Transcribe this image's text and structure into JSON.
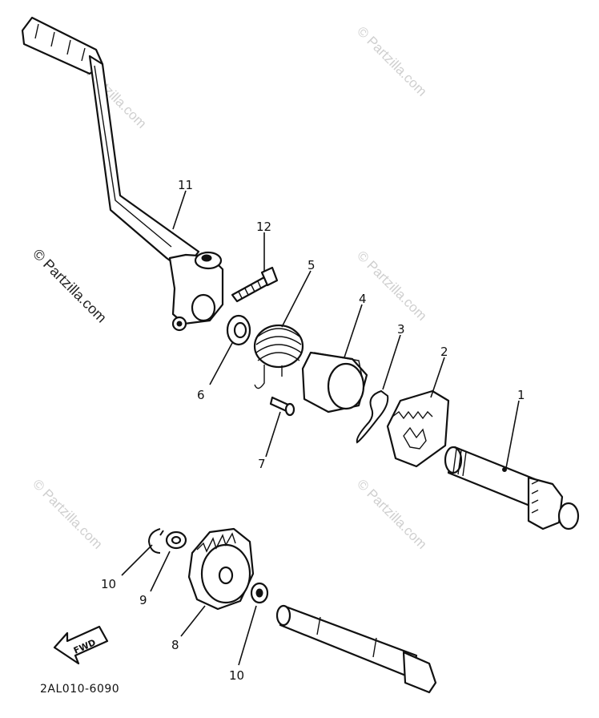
{
  "diagram": {
    "part_labels": {
      "p1": "1",
      "p2": "2",
      "p3": "3",
      "p4": "4",
      "p5": "5",
      "p6": "6",
      "p7": "7",
      "p8": "8",
      "p9": "9",
      "p10a": "10",
      "p10b": "10",
      "p11": "11",
      "p12": "12"
    },
    "fwd_label": "FWD",
    "diagram_code": "2AL010-6090",
    "watermark": "© Partzilla.com"
  }
}
